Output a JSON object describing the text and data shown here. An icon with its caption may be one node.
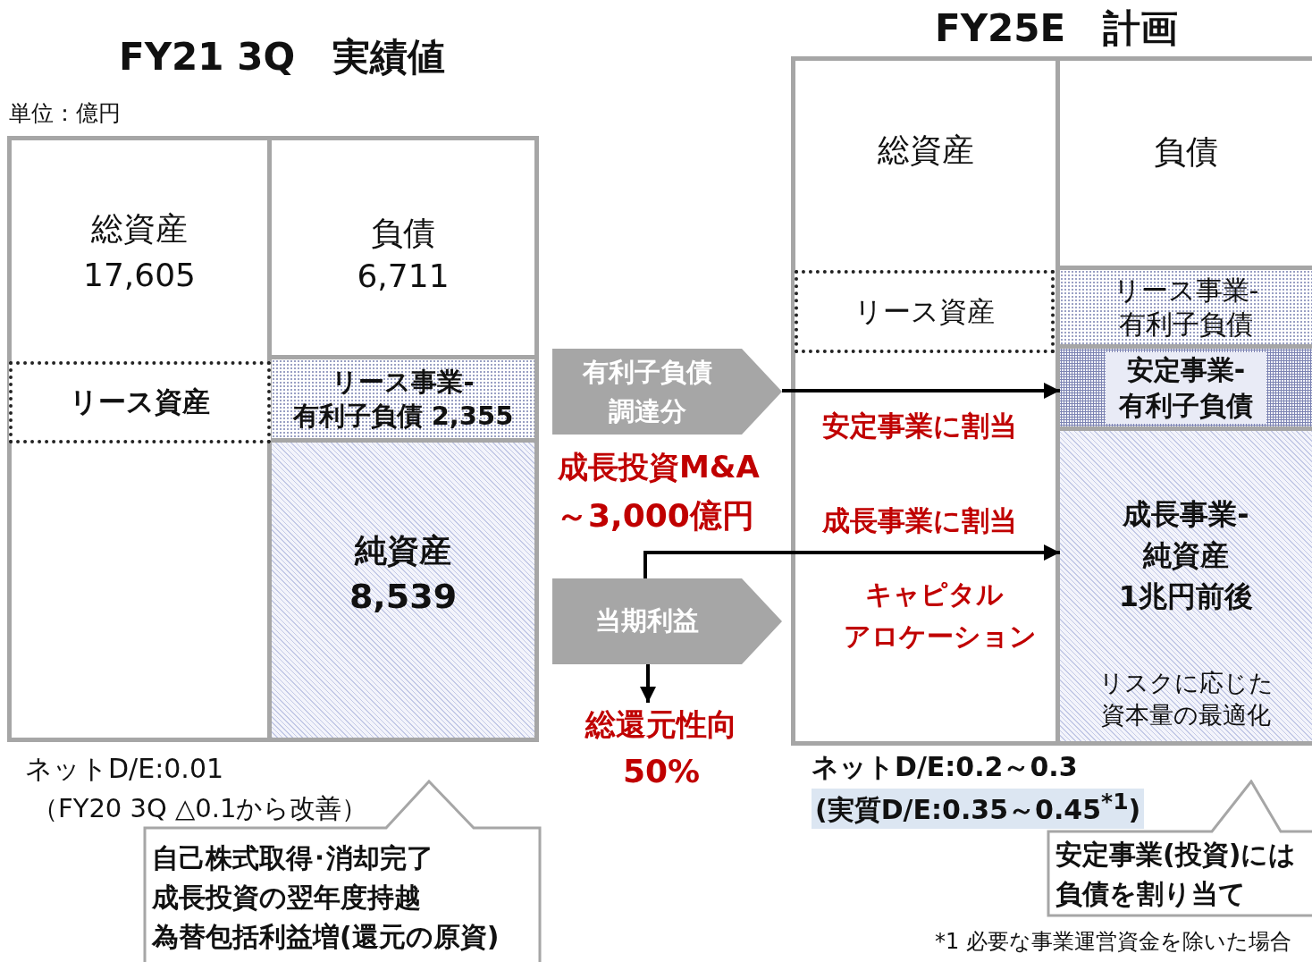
{
  "diagram": {
    "nodes": [
      {
        "text": [
          "総資産",
          "17,605"
        ]
      },
      {
        "text": [
          "負債",
          "6,711"
        ]
      },
      {
        "text": [
          "リース資産"
        ],
        "in": 0
      },
      {
        "text": [
          "リース事業-有利子負債 2,355"
        ]
      },
      {
        "text": [
          "純資産",
          "8,539"
        ]
      },
      {
        "text": [
          "有利子負債調達分"
        ]
      },
      {
        "text": [
          "当期利益"
        ]
      },
      {
        "text": [
          "総資産"
        ]
      },
      {
        "text": [
          "リース資産"
        ],
        "in": 7
      },
      {
        "text": [
          "負債"
        ]
      },
      {
        "text": [
          "リース事業-有利子負債"
        ]
      },
      {
        "text": [
          "安定事業-有利子負債"
        ]
      },
      {
        "text": [
          "成長事業-純資産 1兆円前後",
          "リスクに応じた資本量の最適化"
        ]
      },
      {
        "text": [
          "自己株式取得･消却完了",
          "成長投資の翌年度持越",
          "為替包括利益増(還元の原資)"
        ]
      },
      {
        "text": [
          "安定事業(投資)には負債を割り当て"
        ]
      },
      {
        "text": [
          "総還元性向",
          "50%"
        ]
      }
    ],
    "edges": [
      {
        "from": 5,
        "to": 11,
        "arrow": "to",
        "label": "安定事業に割当"
      },
      {
        "from": 6,
        "to": 12,
        "arrow": "to",
        "label": "成長事業に割当"
      },
      {
        "from": 6,
        "to": 15,
        "arrow": "to"
      }
    ],
    "labels": [
      "FY21 3Q　実績値",
      "FY25E　計画",
      "単位：億円",
      "成長投資M&A",
      "～3,000億円",
      "キャピタル",
      "アロケーション",
      "ネットD/E:0.01",
      "（FY20 3Q △0.1から改善）",
      "ネットD/E:0.2～0.3",
      "(実質D/E:0.35～0.45$^{*1}$)",
      "*1 必要な事業運営資金を除いた場合"
    ]
  }
}
